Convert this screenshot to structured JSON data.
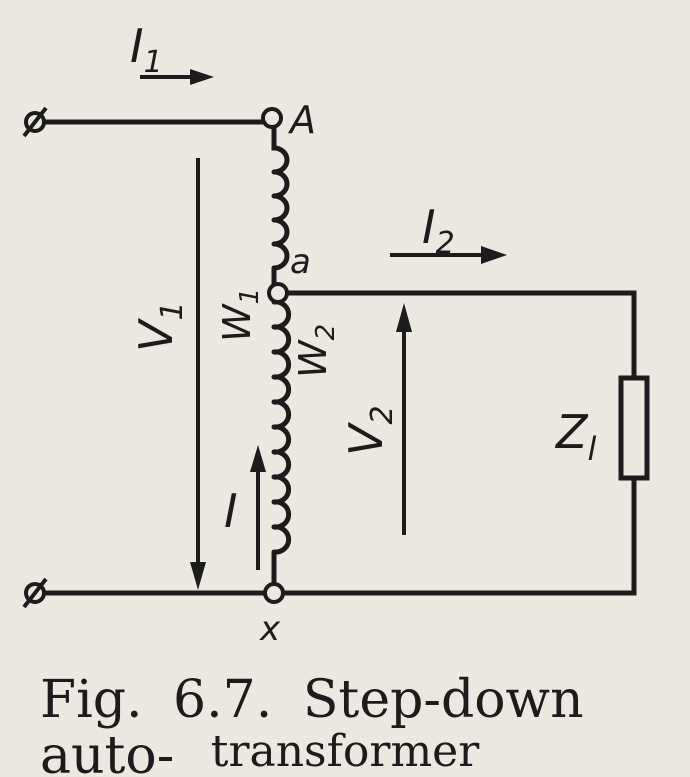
{
  "labels": {
    "current_in": "I",
    "current_in_sub": "1",
    "current_out": "I",
    "current_out_sub": "2",
    "current_coil": "I",
    "node_A": "A",
    "node_a": "a",
    "node_x": "x",
    "voltage_in": "V",
    "voltage_in_sub": "1",
    "voltage_out": "V",
    "voltage_out_sub": "2",
    "winding_1": "W",
    "winding_1_sub": "1",
    "winding_2": "W",
    "winding_2_sub": "2",
    "load": "Z",
    "load_sub": "l"
  },
  "caption": {
    "line1": "Fig. 6.7. Step-down auto-",
    "line2": "transformer"
  }
}
